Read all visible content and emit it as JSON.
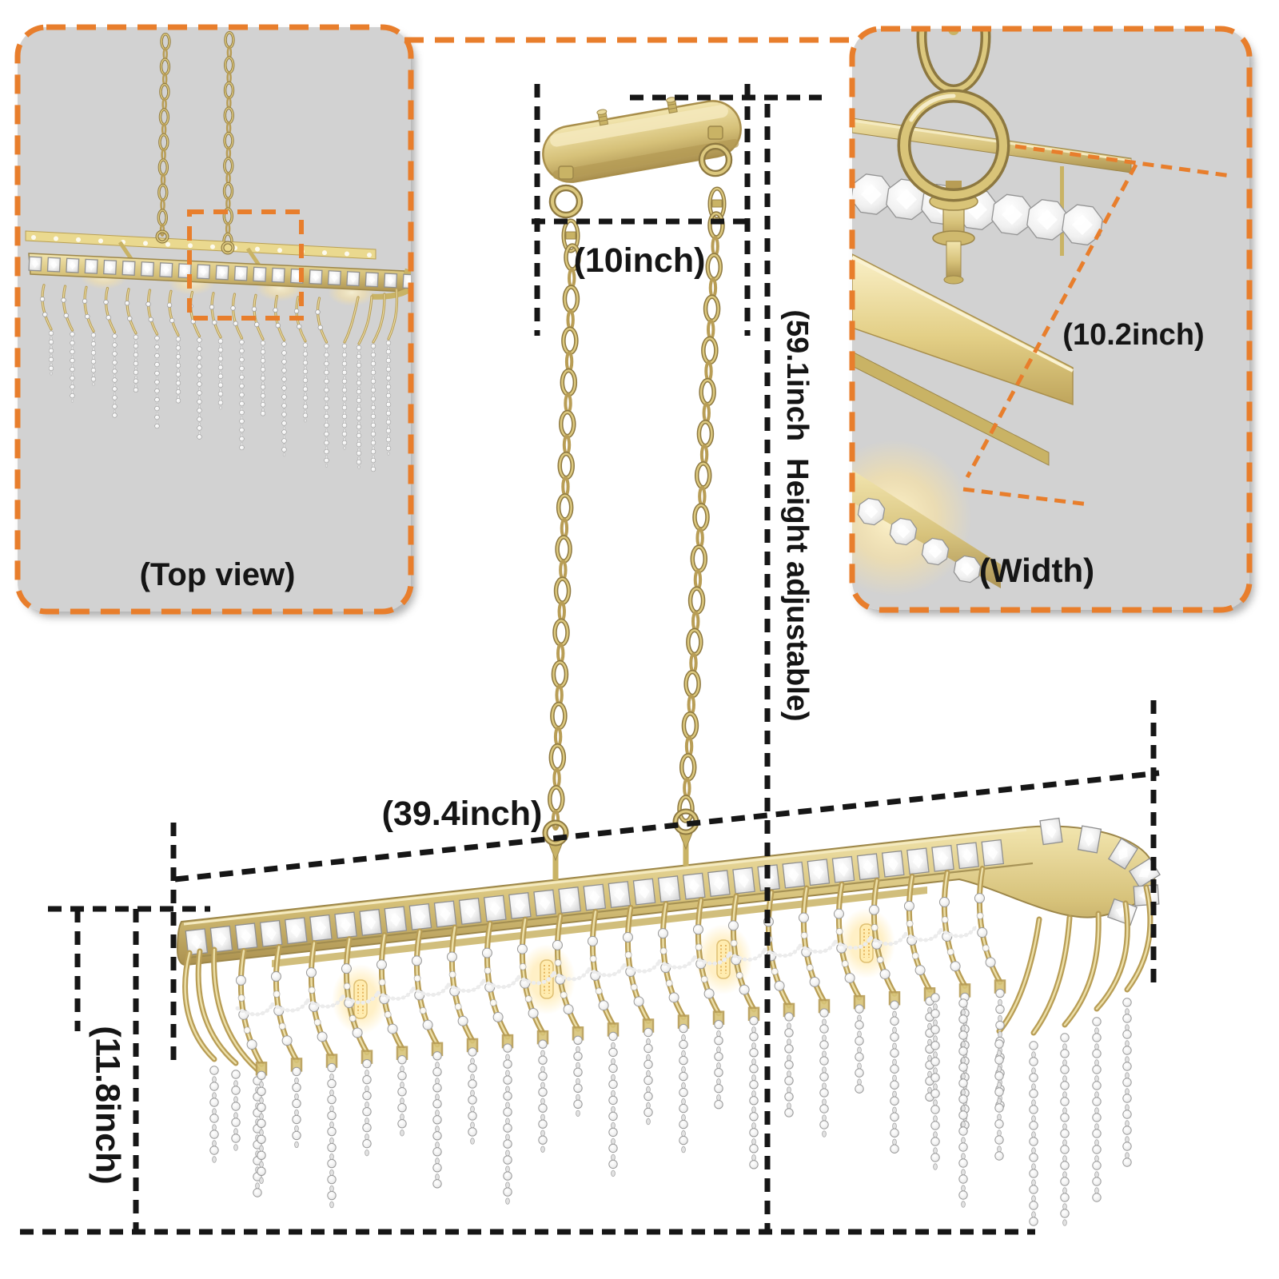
{
  "labels": {
    "top_view": "(Top view)",
    "width_inch": "(10.2inch)",
    "width_word": "(Width)",
    "canopy_length": "(10inch)",
    "height_adjustable": "(59.1inch  Height adjustable)",
    "fixture_length": "(39.4inch)",
    "fixture_height": "(11.8inch)"
  },
  "colors": {
    "accent_orange": "#E87E2C",
    "dimension_line": "#161616",
    "inset_background": "#D2D2D2",
    "gold": "#D6C179",
    "gold_dark": "#8D7840",
    "crystal": "#EFEFEF",
    "page_background": "#FFFFFF"
  }
}
